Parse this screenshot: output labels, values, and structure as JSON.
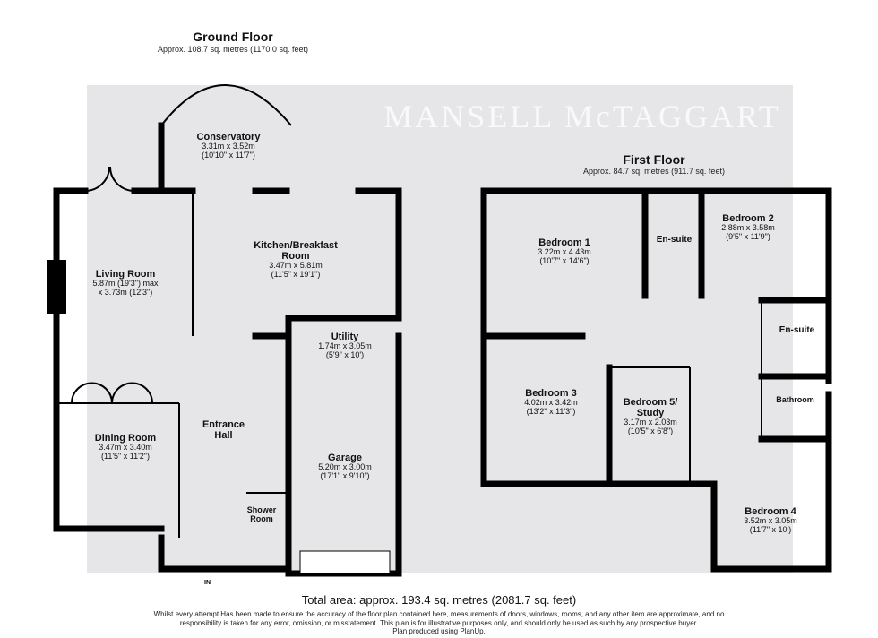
{
  "ground_floor": {
    "title": "Ground Floor",
    "area": "Approx. 108.7 sq. metres (1170.0 sq. feet)",
    "rooms": [
      {
        "name": "Conservatory",
        "dims": [
          "3.31m x 3.52m",
          "(10'10\" x 11'7\")"
        ]
      },
      {
        "name": "Kitchen/Breakfast Room",
        "dims": [
          "3.47m x 5.81m",
          "(11'5\" x 19'1\")"
        ]
      },
      {
        "name": "Living Room",
        "dims": [
          "5.87m (19'3\") max",
          "x 3.73m (12'3\")"
        ]
      },
      {
        "name": "Utility",
        "dims": [
          "1.74m x 3.05m",
          "(5'9\" x 10')"
        ]
      },
      {
        "name": "Entrance Hall",
        "dims": []
      },
      {
        "name": "Dining Room",
        "dims": [
          "3.47m x 3.40m",
          "(11'5\" x 11'2\")"
        ]
      },
      {
        "name": "Garage",
        "dims": [
          "5.20m x 3.00m",
          "(17'1\" x 9'10\")"
        ]
      },
      {
        "name": "Shower Room",
        "dims": []
      }
    ],
    "entrance_label": "IN"
  },
  "first_floor": {
    "title": "First Floor",
    "area": "Approx. 84.7 sq. metres (911.7 sq. feet)",
    "rooms": [
      {
        "name": "Bedroom 1",
        "dims": [
          "3.22m x 4.43m",
          "(10'7\" x 14'6\")"
        ]
      },
      {
        "name": "En-suite",
        "dims": []
      },
      {
        "name": "Bedroom 2",
        "dims": [
          "2.88m x 3.58m",
          "(9'5\" x 11'9\")"
        ]
      },
      {
        "name": "En-suite",
        "dims": []
      },
      {
        "name": "Bedroom 3",
        "dims": [
          "4.02m x 3.42m",
          "(13'2\" x 11'3\")"
        ]
      },
      {
        "name": "Bedroom 5/ Study",
        "dims": [
          "3.17m x 2.03m",
          "(10'5\" x 6'8\")"
        ]
      },
      {
        "name": "Bathroom",
        "dims": []
      },
      {
        "name": "Bedroom 4",
        "dims": [
          "3.52m x 3.05m",
          "(11'7\" x 10')"
        ]
      }
    ]
  },
  "watermark": "MANSELL McTAGGART",
  "total_area": "Total area: approx. 193.4 sq. metres (2081.7 sq. feet)",
  "disclaimer": [
    "Whilst every attempt Has been made to ensure the accuracy of the floor plan contained here, measurements of doors, windows, rooms, and any other item are approximate, and no",
    "responsibility is taken for any error, omission, or misstatement. This plan is for illustrative purposes only, and should only be used as such by any prospective buyer.",
    "Plan produced using PlanUp."
  ]
}
